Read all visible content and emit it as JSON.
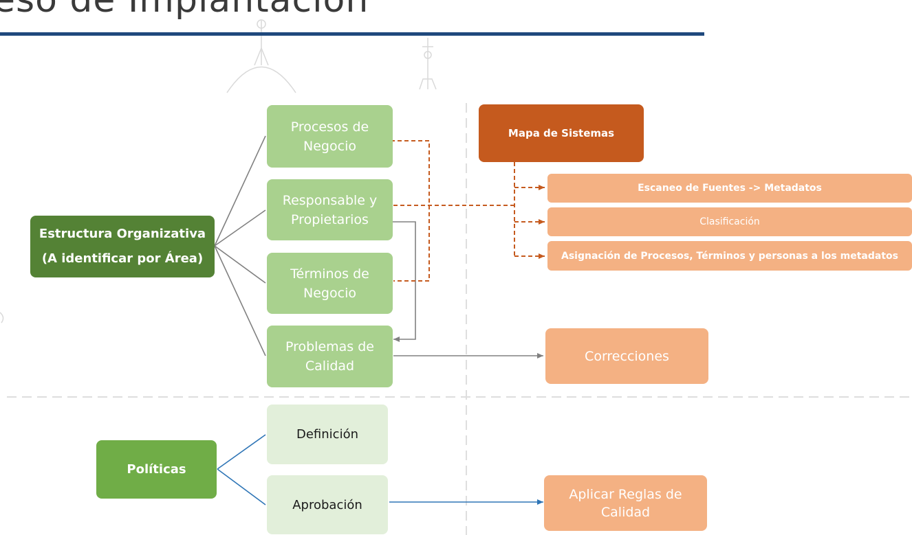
{
  "header": {
    "title": "eso de Implantación"
  },
  "diagram": {
    "structure": "Estructura Organizativa\n(A identificar por Área)",
    "processes": "Procesos de\nNegocio",
    "owners": "Responsable y\nPropietarios",
    "terms": "Términos de\nNegocio",
    "quality": "Problemas de\nCalidad",
    "systems_map": "Mapa de Sistemas",
    "scan": "Escaneo de Fuentes -> Metadatos",
    "classification": "Clasificación",
    "assignment": "Asignación de Procesos, Términos y personas a los metadatos",
    "corrections": "Correcciones",
    "policies": "Políticas",
    "definition": "Definición",
    "approval": "Aprobación",
    "apply_rules": "Aplicar Reglas de\nCalidad"
  },
  "colors": {
    "title_bar": "#1f497d",
    "green_dark": "#548235",
    "green_mid": "#70ad47",
    "green_light": "#a9d18e",
    "green_pale": "#e2efda",
    "orange_dark": "#c55a1e",
    "orange_light": "#f4b183",
    "connector_dashed": "#c55a1e",
    "connector_gray": "#808080",
    "connector_blue": "#2e75b6"
  }
}
